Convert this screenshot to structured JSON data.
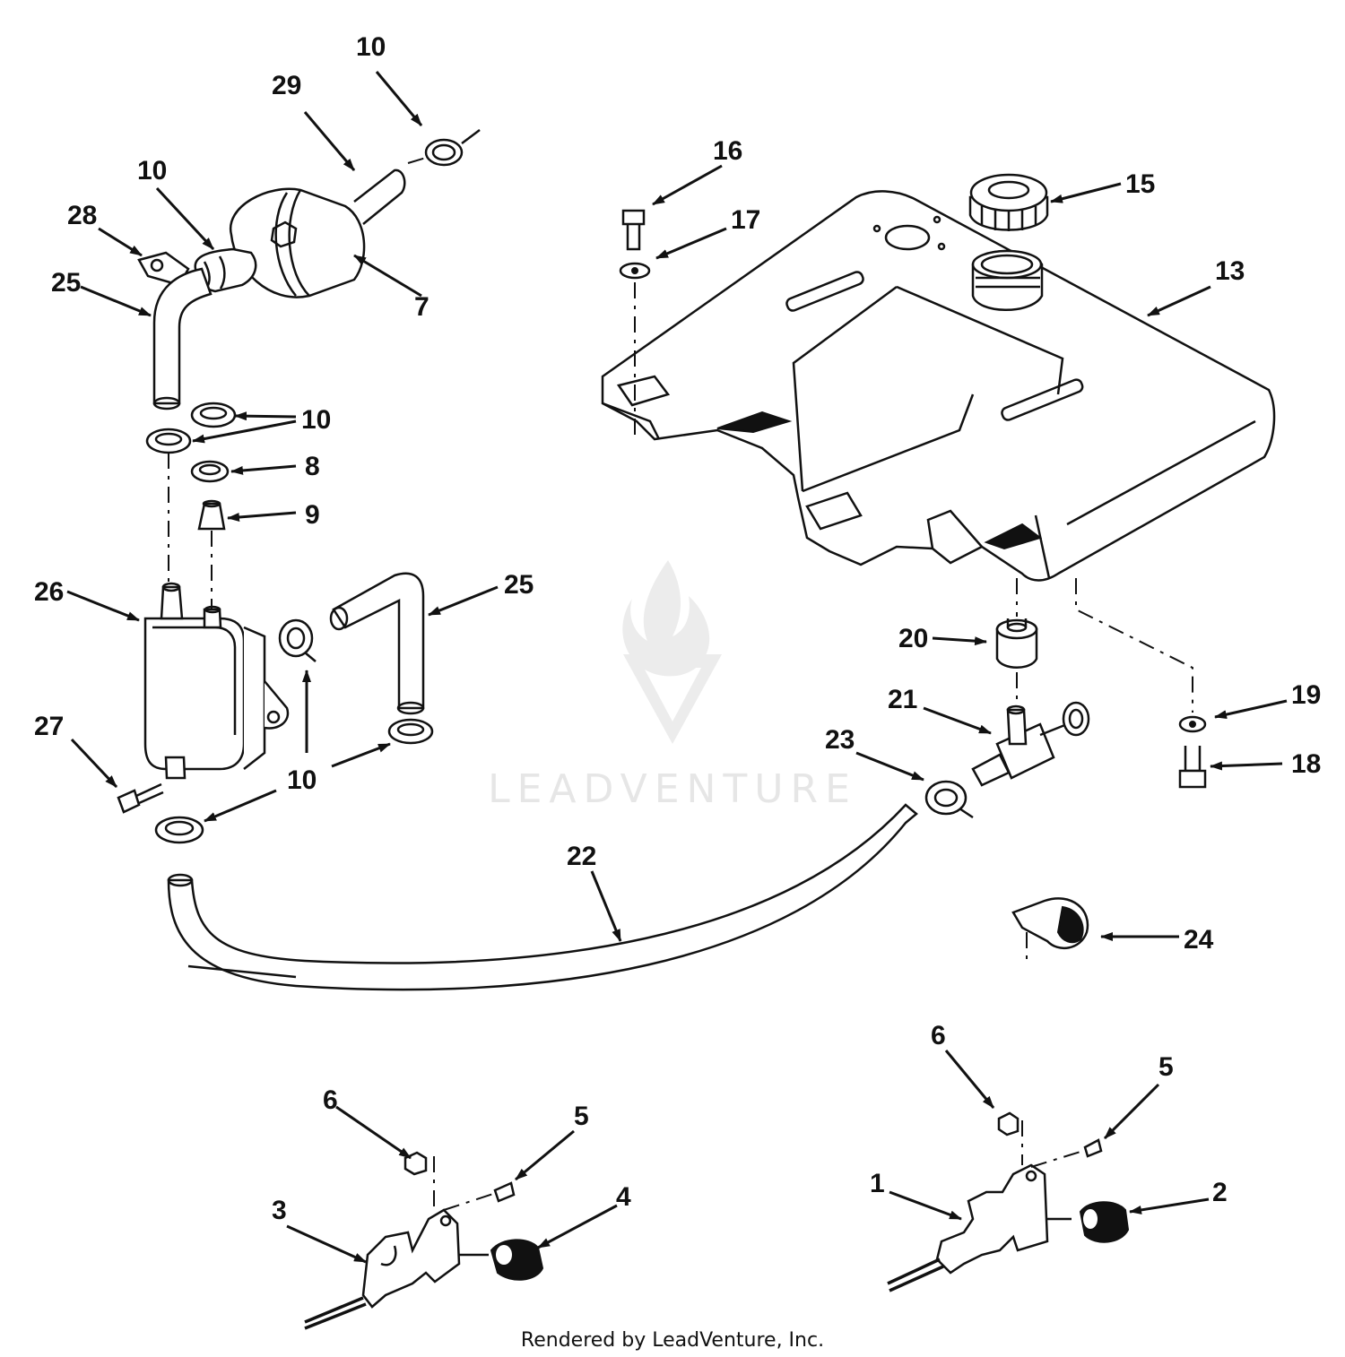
{
  "callouts": [
    {
      "id": "c1",
      "label": "1"
    },
    {
      "id": "c2",
      "label": "2"
    },
    {
      "id": "c3",
      "label": "3"
    },
    {
      "id": "c4",
      "label": "4"
    },
    {
      "id": "c5a",
      "label": "5"
    },
    {
      "id": "c5b",
      "label": "5"
    },
    {
      "id": "c6a",
      "label": "6"
    },
    {
      "id": "c6b",
      "label": "6"
    },
    {
      "id": "c7",
      "label": "7"
    },
    {
      "id": "c8",
      "label": "8"
    },
    {
      "id": "c9",
      "label": "9"
    },
    {
      "id": "c10a",
      "label": "10"
    },
    {
      "id": "c10b",
      "label": "10"
    },
    {
      "id": "c10c",
      "label": "10"
    },
    {
      "id": "c10d",
      "label": "10"
    },
    {
      "id": "c13",
      "label": "13"
    },
    {
      "id": "c15",
      "label": "15"
    },
    {
      "id": "c16",
      "label": "16"
    },
    {
      "id": "c17",
      "label": "17"
    },
    {
      "id": "c18",
      "label": "18"
    },
    {
      "id": "c19",
      "label": "19"
    },
    {
      "id": "c20",
      "label": "20"
    },
    {
      "id": "c21",
      "label": "21"
    },
    {
      "id": "c22",
      "label": "22"
    },
    {
      "id": "c23",
      "label": "23"
    },
    {
      "id": "c24",
      "label": "24"
    },
    {
      "id": "c25a",
      "label": "25"
    },
    {
      "id": "c25b",
      "label": "25"
    },
    {
      "id": "c26",
      "label": "26"
    },
    {
      "id": "c27",
      "label": "27"
    },
    {
      "id": "c28",
      "label": "28"
    },
    {
      "id": "c29",
      "label": "29"
    }
  ],
  "watermark": {
    "text": "LEADVENTURE",
    "color": "#e6e6e6"
  },
  "footer": {
    "text": "Rendered by LeadVenture, Inc."
  },
  "colors": {
    "ink": "#111111",
    "paper": "#ffffff"
  }
}
